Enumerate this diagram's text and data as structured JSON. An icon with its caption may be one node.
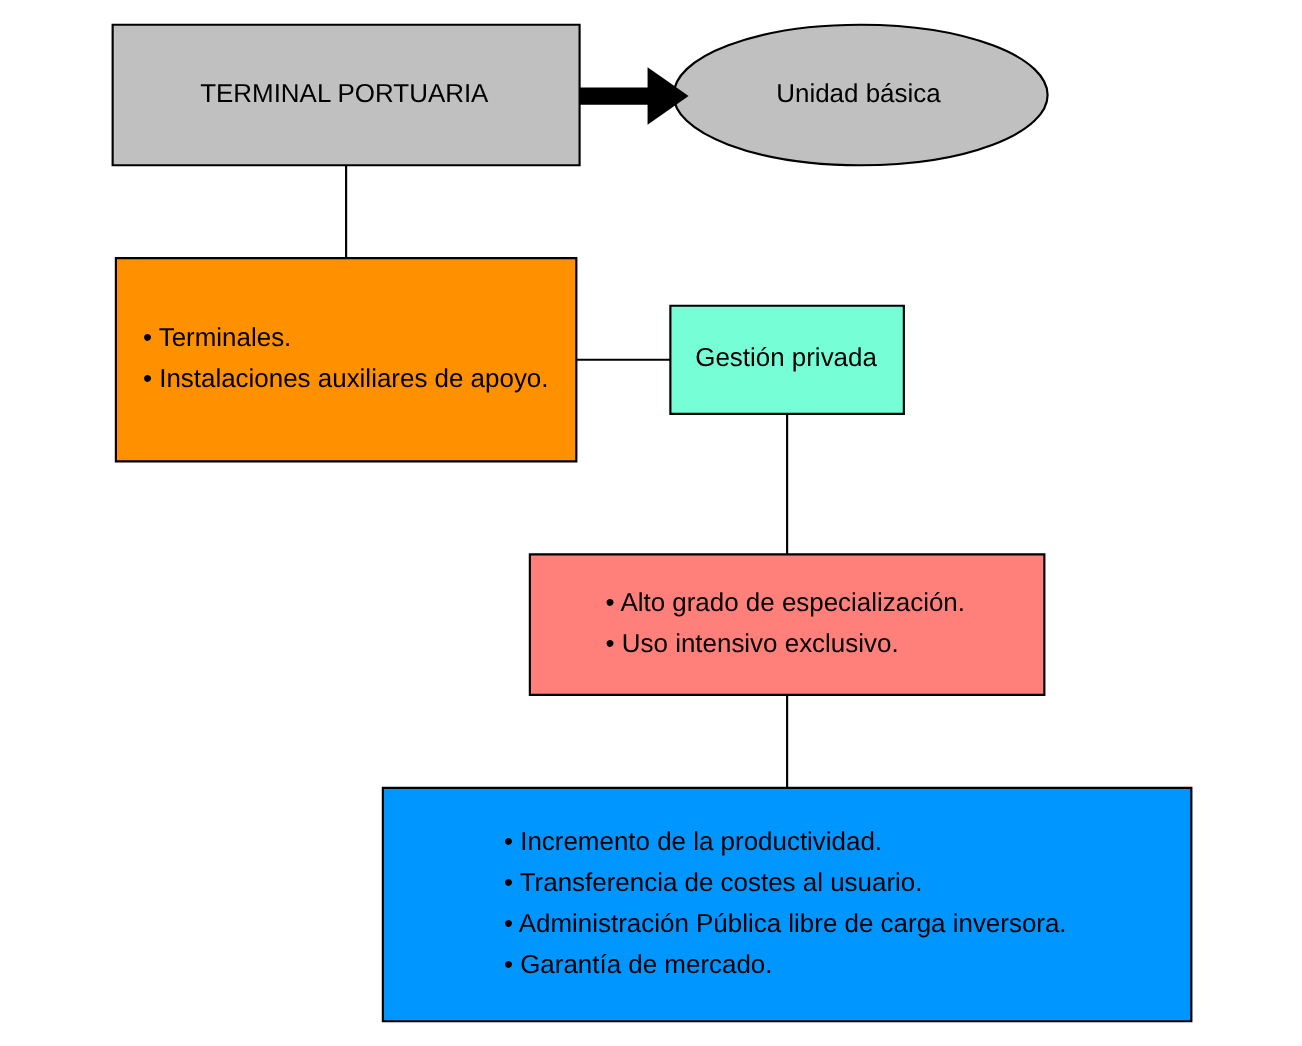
{
  "diagram": {
    "nodes": [
      {
        "text": [
          "TERMINAL PORTUARIA"
        ]
      },
      {
        "text": [
          "Unidad básica"
        ]
      },
      {
        "text": [
          "• Terminales.",
          "• Instalaciones auxiliares de apoyo."
        ]
      },
      {
        "text": [
          "Gestión privada"
        ]
      },
      {
        "text": [
          "• Alto grado de especialización.",
          "• Uso intensivo exclusivo."
        ]
      },
      {
        "text": [
          "• Incremento de la productividad.",
          "• Transferencia de costes al usuario.",
          "• Administración Pública libre de carga inversora.",
          "• Garantía de mercado."
        ]
      }
    ],
    "edges": [
      {
        "from": 0,
        "to": 1,
        "arrow": "to",
        "style": "thick"
      },
      {
        "from": 0,
        "to": 2,
        "arrow": "none"
      },
      {
        "from": 2,
        "to": 3,
        "arrow": "none"
      },
      {
        "from": 3,
        "to": 4,
        "arrow": "none"
      },
      {
        "from": 4,
        "to": 5,
        "arrow": "none"
      }
    ]
  }
}
